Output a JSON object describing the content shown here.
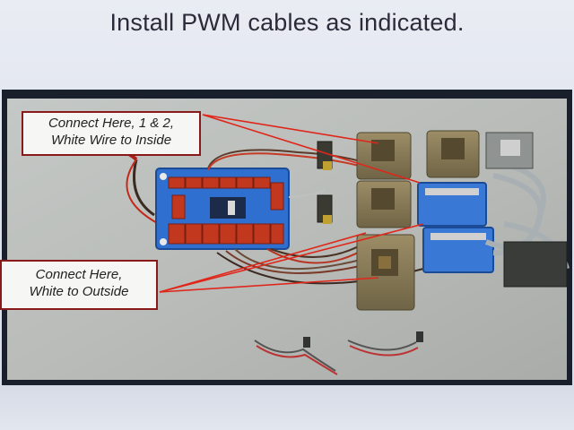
{
  "heading": "Install PWM cables as indicated.",
  "callouts": {
    "top": {
      "line1": "Connect Here, 1 & 2,",
      "line2": "White Wire to Inside"
    },
    "bottom": {
      "line1": "Connect Here,",
      "line2": "White to Outside"
    }
  },
  "colors": {
    "background": "#1d2230",
    "board_blue": "#2f6fd0",
    "connector_red": "#c2381f",
    "leader_red": "#e0261a",
    "servo_tan": "#8a7b55"
  }
}
